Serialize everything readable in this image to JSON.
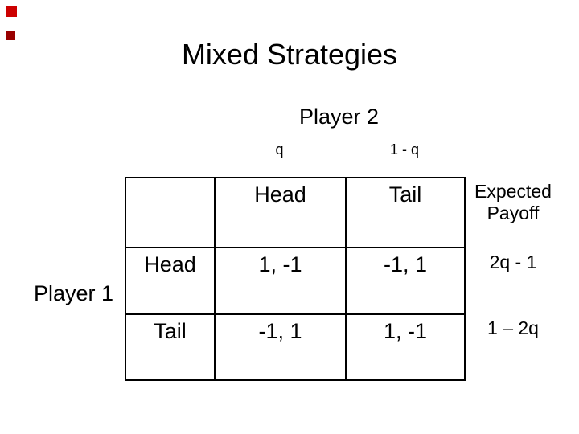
{
  "slide": {
    "title": "Mixed Strategies"
  },
  "decoration": {
    "top_square_color": "#cc0000",
    "bottom_square_color": "#990000"
  },
  "matrix": {
    "player2_label": "Player 2",
    "player1_label": "Player 1",
    "prob_labels": [
      "q",
      "1 - q"
    ],
    "column_headers": [
      "Head",
      "Tail"
    ],
    "expected_payoff_label_line1": "Expected",
    "expected_payoff_label_line2": "Payoff",
    "rows": [
      {
        "label": "Head",
        "cells": [
          "1, -1",
          "-1, 1"
        ],
        "expected_payoff": "2q - 1"
      },
      {
        "label": "Tail",
        "cells": [
          "-1, 1",
          "1, -1"
        ],
        "expected_payoff": "1 – 2q"
      }
    ]
  }
}
